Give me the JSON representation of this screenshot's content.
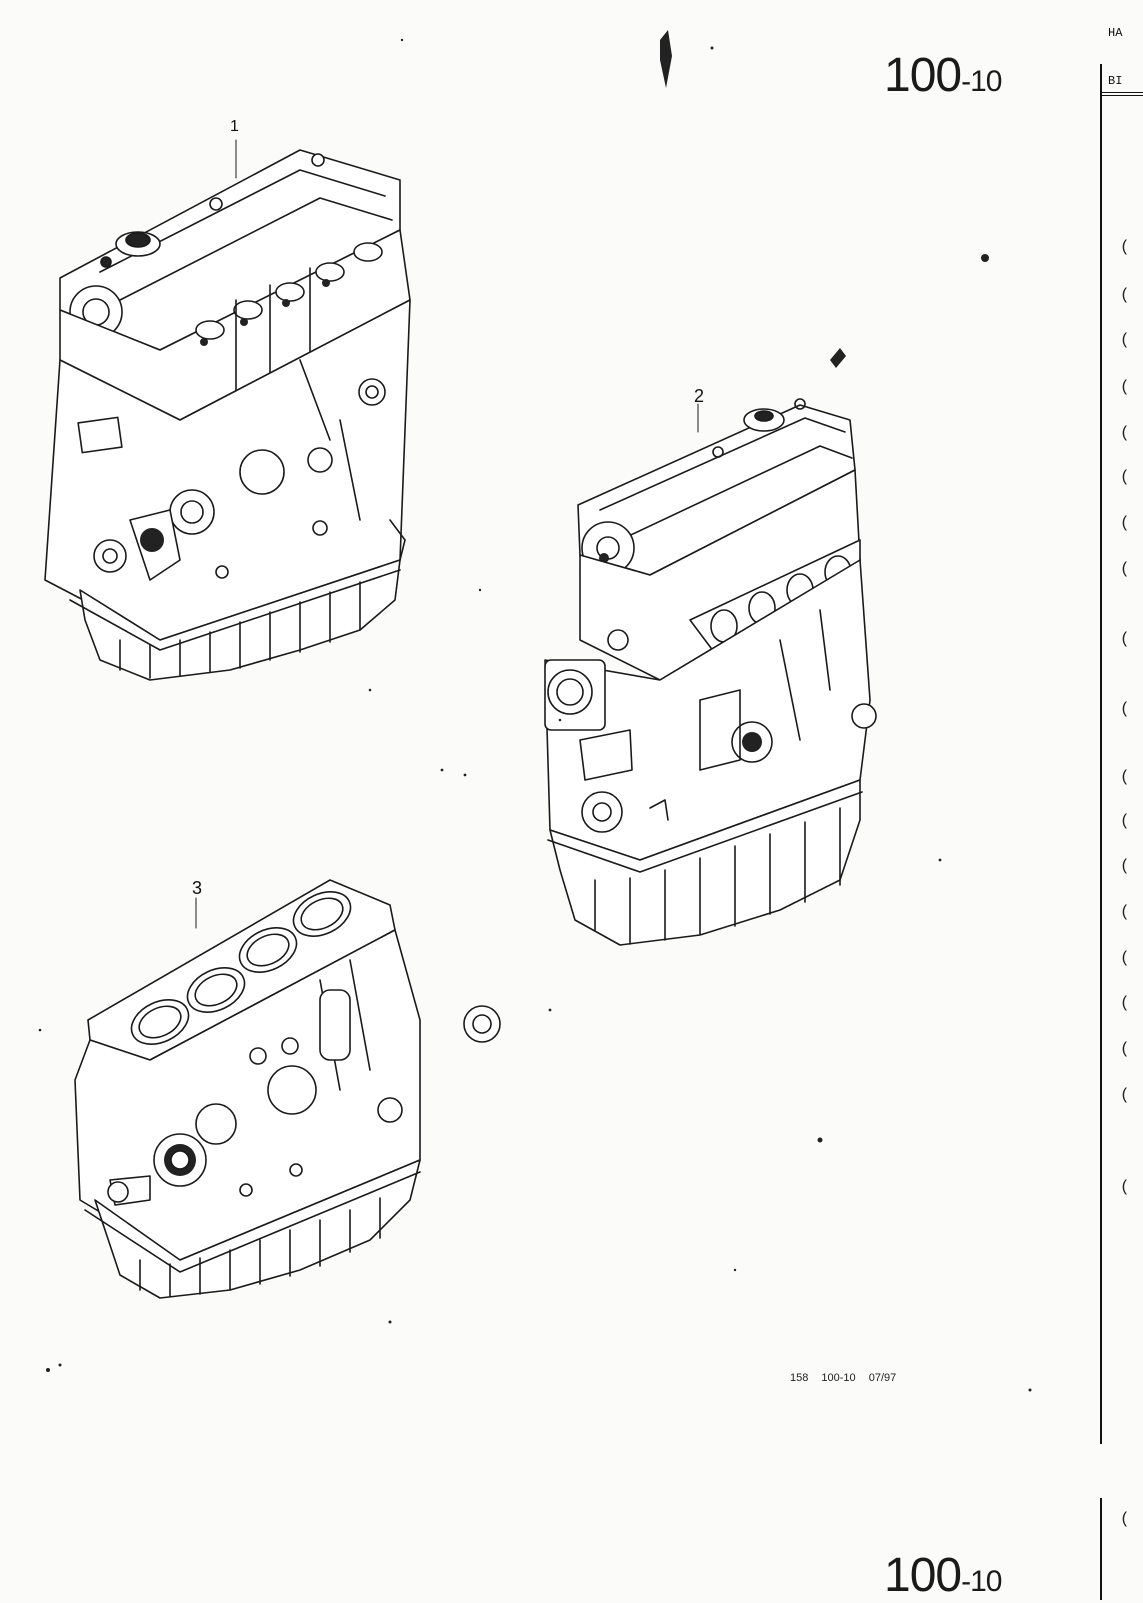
{
  "page": {
    "number_main": "100",
    "number_sub": "-10",
    "footer_code": "158 100-10 07/97"
  },
  "sidebar": {
    "header_1": "HA",
    "header_2": "BI",
    "markers": [
      "(",
      "(",
      "(",
      "(",
      "(",
      "(",
      "(",
      "(",
      "(",
      "(",
      "(",
      "(",
      "(",
      "(",
      "(",
      "(",
      "(",
      "(",
      "(",
      "(",
      "("
    ]
  },
  "illustrations": [
    {
      "callout": "1",
      "depicts": "engine-cylinder-head-assembly"
    },
    {
      "callout": "2",
      "depicts": "engine-complete"
    },
    {
      "callout": "3",
      "depicts": "cylinder-block"
    }
  ]
}
